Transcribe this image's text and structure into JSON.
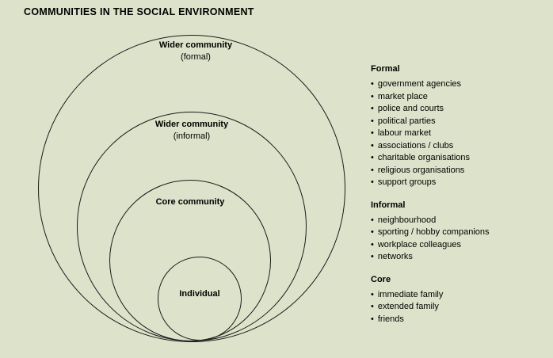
{
  "title": "COMMUNITIES IN THE SOCIAL ENVIRONMENT",
  "colors": {
    "background": "#dde3ca",
    "text": "#000000",
    "ring_stroke": "#1a1a1a"
  },
  "diagram": {
    "rings": [
      {
        "label": "Wider community",
        "sublabel": "(formal)"
      },
      {
        "label": "Wider community",
        "sublabel": "(informal)"
      },
      {
        "label": "Core community",
        "sublabel": ""
      },
      {
        "label": "Individual",
        "sublabel": ""
      }
    ]
  },
  "legend": {
    "bullet": "•",
    "sections": [
      {
        "heading": "Formal",
        "items": [
          "government agencies",
          "market place",
          "police and courts",
          "political parties",
          "labour market",
          "associations / clubs",
          "charitable organisations",
          "religious organisations",
          "support groups"
        ]
      },
      {
        "heading": "Informal",
        "items": [
          "neighbourhood",
          "sporting / hobby companions",
          "workplace colleagues",
          "networks"
        ]
      },
      {
        "heading": "Core",
        "items": [
          "immediate family",
          "extended family",
          "friends"
        ]
      }
    ]
  }
}
